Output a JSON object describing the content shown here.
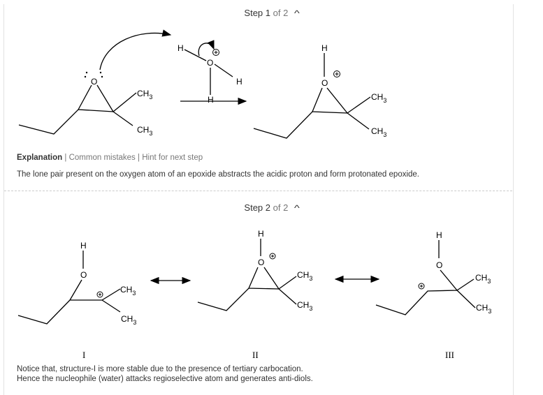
{
  "steps": [
    {
      "label": "Step",
      "number": "1",
      "of_text": "of 2",
      "chevron": "chevron-up-icon"
    },
    {
      "label": "Step",
      "number": "2",
      "of_text": "of 2",
      "chevron": "chevron-up-icon"
    }
  ],
  "links": {
    "explanation": "Explanation",
    "sep": "|",
    "common_mistakes": "Common mistakes",
    "hint": "Hint for next step"
  },
  "explanation_text": "The lone pair present on the oxygen atom of an epoxide abstracts the acidic proton and form protonated epoxide.",
  "atoms": {
    "O": "O",
    "H": "H",
    "CH": "CH",
    "three": "3",
    "plus": "+"
  },
  "structures": {
    "I": "I",
    "II": "II",
    "III": "III"
  },
  "notes": [
    "Notice that, structure-I is more stable due to the presence of tertiary carbocation.",
    "Hence the nucleophile (water) attacks regioselective atom and generates anti-diols."
  ]
}
